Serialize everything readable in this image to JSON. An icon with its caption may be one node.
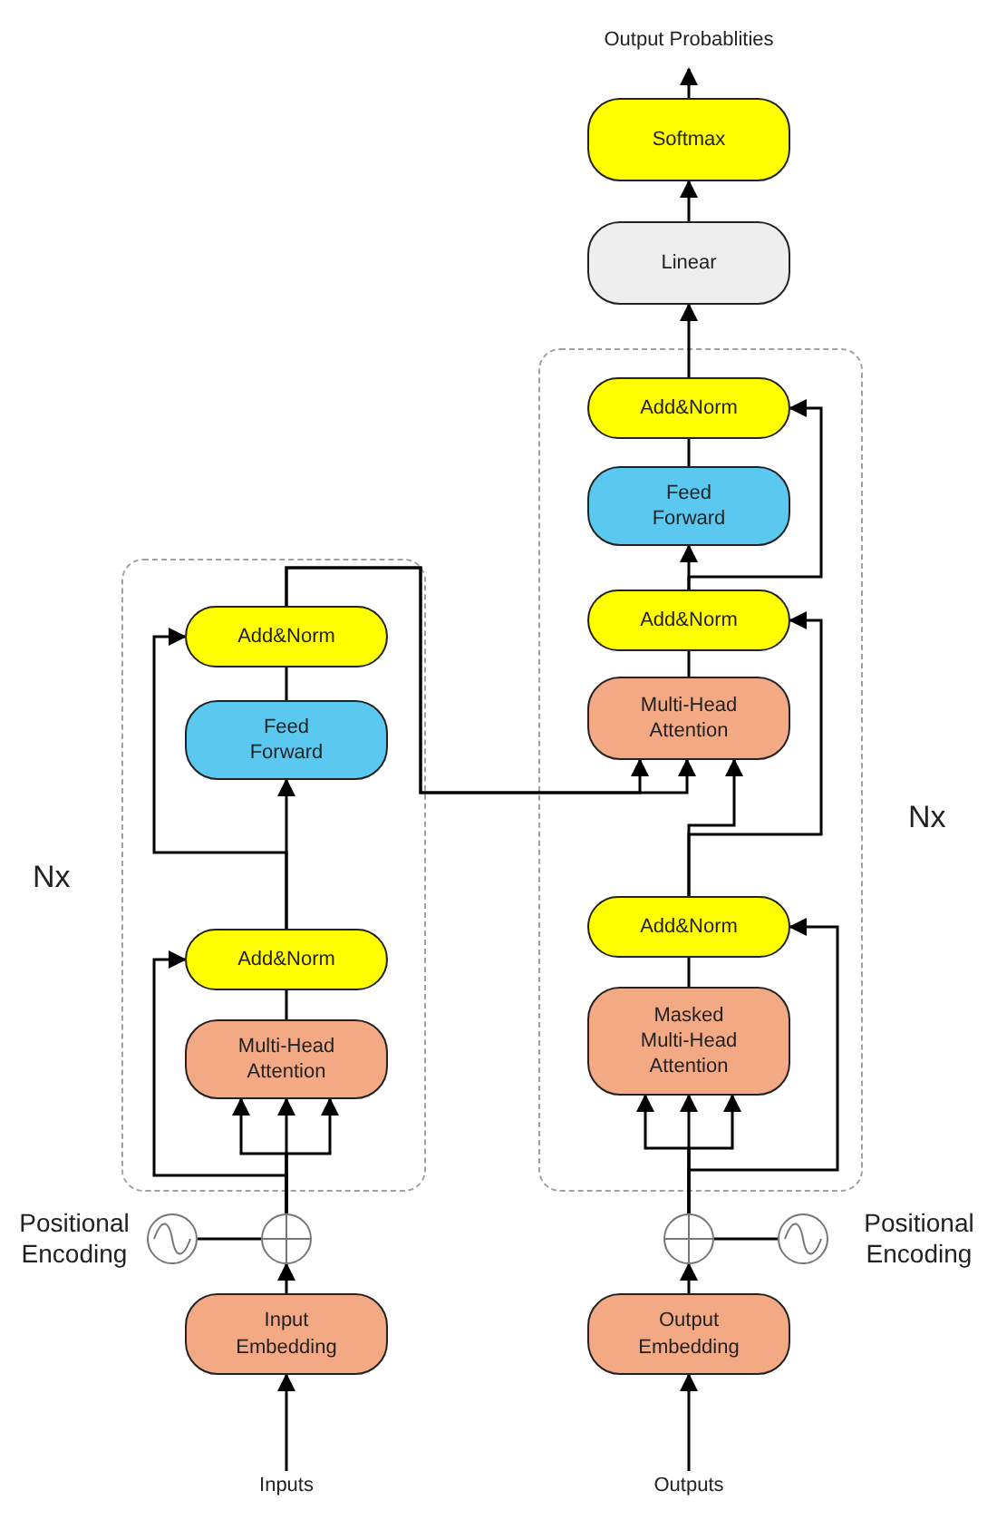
{
  "diagram": {
    "nodes": [
      {
        "text": [],
        "shape": "box",
        "beside": [
          "Nx"
        ]
      },
      {
        "text": [],
        "shape": "box",
        "beside": [
          "Nx"
        ]
      },
      {
        "text": [
          "Add&Norm"
        ],
        "in": 0
      },
      {
        "text": [
          "Feed Forward"
        ],
        "in": 0
      },
      {
        "text": [
          "Add&Norm"
        ],
        "in": 0
      },
      {
        "text": [
          "Multi-Head Attention"
        ],
        "in": 0
      },
      {
        "text": [
          "Add&Norm"
        ],
        "in": 1
      },
      {
        "text": [
          "Feed Forward"
        ],
        "in": 1
      },
      {
        "text": [
          "Add&Norm"
        ],
        "in": 1
      },
      {
        "text": [
          "Multi-Head Attention"
        ],
        "in": 1
      },
      {
        "text": [
          "Add&Norm"
        ],
        "in": 1
      },
      {
        "text": [
          "Masked Multi-Head Attention"
        ],
        "in": 1
      },
      {
        "text": [
          "Linear"
        ]
      },
      {
        "text": [
          "Softmax"
        ]
      },
      {
        "text": [
          "Output Probablities"
        ]
      },
      {
        "text": [
          "Positional Encoding"
        ]
      },
      {
        "text": [],
        "shape": "circle"
      },
      {
        "text": [],
        "shape": "circle"
      },
      {
        "text": [
          "Input Embedding"
        ]
      },
      {
        "text": [
          "Inputs"
        ]
      },
      {
        "text": [],
        "shape": "circle"
      },
      {
        "text": [],
        "shape": "circle"
      },
      {
        "text": [
          "Positional Encoding"
        ]
      },
      {
        "text": [
          "Output Embedding"
        ]
      },
      {
        "text": [
          "Outputs"
        ]
      }
    ],
    "edges": [
      {
        "from": 19,
        "to": 18,
        "arrow": "to"
      },
      {
        "from": 18,
        "to": 17,
        "arrow": "to"
      },
      {
        "from": 16,
        "to": 17,
        "arrow": "none"
      },
      {
        "from": 17,
        "to": 5,
        "arrow": "to"
      },
      {
        "from": 17,
        "to": 5,
        "arrow": "to"
      },
      {
        "from": 17,
        "to": 5,
        "arrow": "to"
      },
      {
        "from": 17,
        "to": 4,
        "arrow": "to"
      },
      {
        "from": 5,
        "to": 4,
        "arrow": "none"
      },
      {
        "from": 4,
        "to": 3,
        "arrow": "to"
      },
      {
        "from": 4,
        "to": 2,
        "arrow": "to"
      },
      {
        "from": 3,
        "to": 2,
        "arrow": "none"
      },
      {
        "from": 2,
        "to": 9,
        "arrow": "to"
      },
      {
        "from": 2,
        "to": 9,
        "arrow": "to"
      },
      {
        "from": 20,
        "to": 11,
        "arrow": "to"
      },
      {
        "from": 20,
        "to": 11,
        "arrow": "to"
      },
      {
        "from": 20,
        "to": 11,
        "arrow": "to"
      },
      {
        "from": 20,
        "to": 10,
        "arrow": "to"
      },
      {
        "from": 21,
        "to": 20,
        "arrow": "none"
      },
      {
        "from": 23,
        "to": 20,
        "arrow": "to"
      },
      {
        "from": 24,
        "to": 23,
        "arrow": "to"
      },
      {
        "from": 11,
        "to": 10,
        "arrow": "none"
      },
      {
        "from": 10,
        "to": 9,
        "arrow": "to"
      },
      {
        "from": 10,
        "to": 8,
        "arrow": "to"
      },
      {
        "from": 9,
        "to": 8,
        "arrow": "none"
      },
      {
        "from": 8,
        "to": 7,
        "arrow": "to"
      },
      {
        "from": 8,
        "to": 6,
        "arrow": "to"
      },
      {
        "from": 7,
        "to": 6,
        "arrow": "none"
      },
      {
        "from": 6,
        "to": 12,
        "arrow": "to"
      },
      {
        "from": 12,
        "to": 13,
        "arrow": "to"
      },
      {
        "from": 13,
        "to": 14,
        "arrow": "to"
      }
    ]
  }
}
